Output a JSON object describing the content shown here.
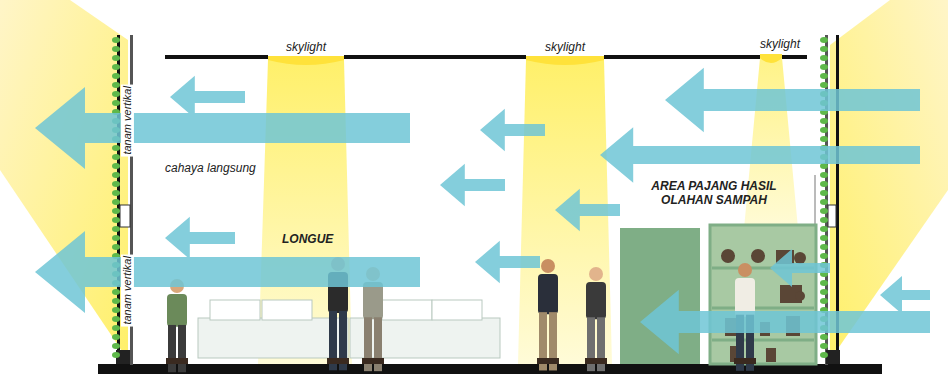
{
  "diagram": {
    "labels": [
      "skylight",
      "skylight",
      "skylight",
      "tanam vertikal",
      "tanam vertikal",
      "cahaya langsung",
      "LONGUE",
      "AREA PAJANG HASIL OLAHAN SAMPAH"
    ]
  }
}
